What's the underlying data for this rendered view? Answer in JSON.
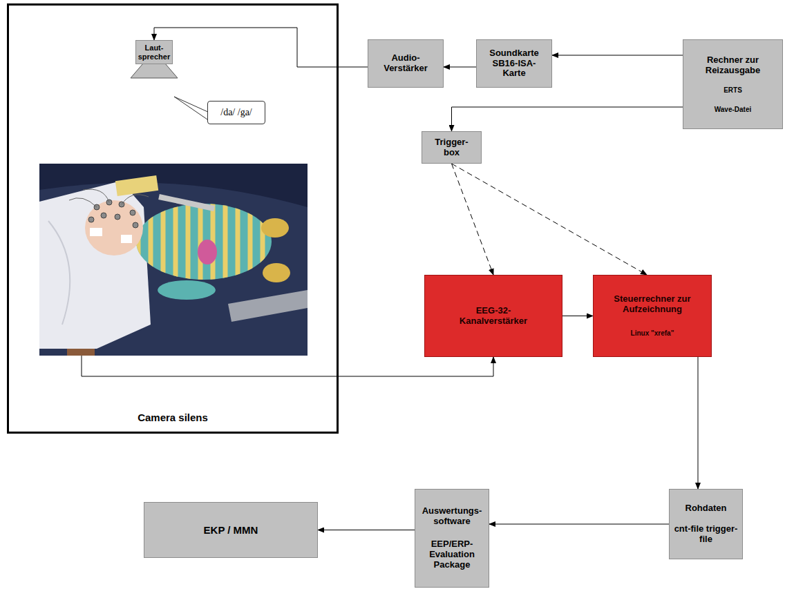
{
  "diagram": {
    "nodes": [
      {
        "text": [
          "Camera silens"
        ]
      },
      {
        "text": [
          "Laut- sprecher"
        ],
        "in": 0
      },
      {
        "text": [
          "/da/ /ga/"
        ],
        "in": 0
      },
      {
        "text": [
          "Audio- Verstärker"
        ]
      },
      {
        "text": [
          "Soundkarte SB16-ISA- Karte"
        ]
      },
      {
        "text": [
          "Rechner zur Reizausgabe",
          "ERTS",
          "Wave-Datei"
        ]
      },
      {
        "text": [
          "Trigger- box"
        ]
      },
      {
        "text": [
          "EEG-32- Kanalverstärker"
        ]
      },
      {
        "text": [
          "Steuerrechner zur Aufzeichnung",
          "Linux \"xrefa\""
        ]
      },
      {
        "text": [
          "Rohdaten",
          "cnt-file trigger-file"
        ]
      },
      {
        "text": [
          "Auswertungs- software",
          "EEP/ERP- Evaluation Package"
        ]
      },
      {
        "text": [
          "EKP / MMN"
        ]
      }
    ],
    "edges": [
      {
        "from": 5,
        "to": 4,
        "arrow": "to"
      },
      {
        "from": 4,
        "to": 3,
        "arrow": "to"
      },
      {
        "from": 3,
        "to": 1,
        "arrow": "to"
      },
      {
        "from": 5,
        "to": 6,
        "arrow": "to"
      },
      {
        "from": 6,
        "to": 7,
        "arrow": "to"
      },
      {
        "from": 6,
        "to": 8,
        "arrow": "to"
      },
      {
        "from": 0,
        "to": 7,
        "arrow": "to"
      },
      {
        "from": 7,
        "to": 8,
        "arrow": "to"
      },
      {
        "from": 8,
        "to": 9,
        "arrow": "to"
      },
      {
        "from": 9,
        "to": 10,
        "arrow": "to"
      },
      {
        "from": 10,
        "to": 11,
        "arrow": "to"
      }
    ]
  }
}
